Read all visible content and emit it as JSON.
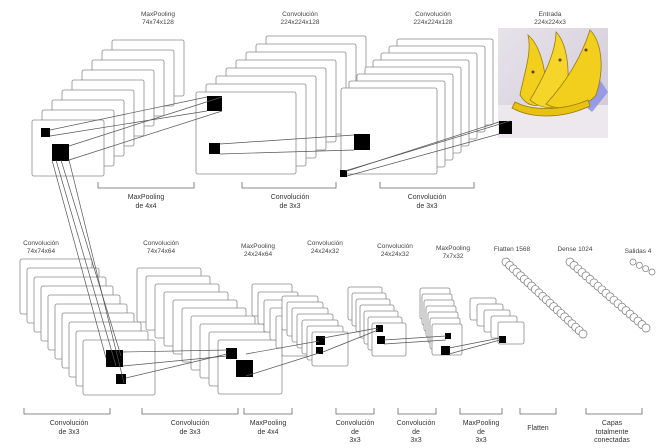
{
  "top_labels": {
    "maxpool_a": "MaxPooling\n74x74x128",
    "conv_a": "Convolución\n224x224x128",
    "conv_b": "Convolución\n224x224x128",
    "input": "Entrada\n224x224x3"
  },
  "top_brackets": {
    "b1": "MaxPooling\nde 4x4",
    "b2": "Convolución\nde 3x3",
    "b3": "Convolución\nde 3x3"
  },
  "bottom_labels": {
    "conv_74a": "Convolución\n74x74x64",
    "conv_74b": "Convolución\n74x74x64",
    "maxpool_24": "MaxPooling\n24x24x64",
    "conv_24a": "Convolución\n24x24x32",
    "conv_24b": "Convolución\n24x24x32",
    "maxpool_7": "MaxPooling\n7x7x32",
    "flatten": "Flatten 1568",
    "dense": "Dense 1024",
    "outputs": "Salidas 4"
  },
  "bottom_brackets": {
    "b1": "Convolución\nde 3x3",
    "b2": "Convolución\nde 3x3",
    "b3": "MaxPooling\nde 4x4",
    "b4": "Convolución\nde\n3x3",
    "b5": "Convolución\nde\n3x3",
    "b6": "MaxPooling\nde\n3x3",
    "b7": "Flatten",
    "b8": "Capas\ntotalmente\nconectadas"
  },
  "colors": {
    "line": "#555555",
    "sheet_fill": "#ffffff",
    "kernel": "#000000",
    "banana": "#f2cf1d",
    "photo_bg": "#d9d3dd"
  }
}
